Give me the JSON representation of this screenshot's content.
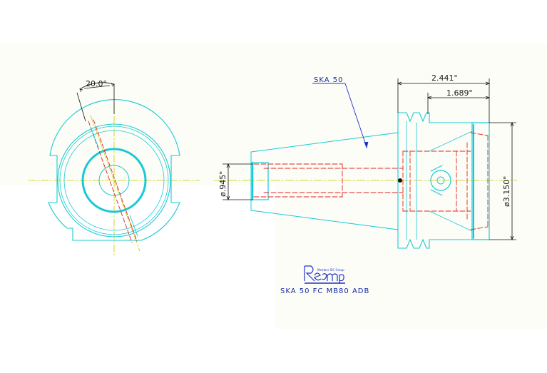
{
  "dimensions": {
    "angle": "20.0°",
    "length_total": "2.441\"",
    "length_flange": "1.689\"",
    "diameter_bore": "ø.945\"",
    "diameter_flange": "ø3.150\""
  },
  "callout": "SKA 50",
  "title_block": {
    "logo_small_text": "Member SIC Group",
    "caption": "SKA 50 FC MB80 ADB"
  },
  "colors": {
    "outline": "#19c9d6",
    "hidden": "#e02222",
    "center": "#c9c900",
    "dimension": "#111111",
    "callout": "#2233cc"
  }
}
